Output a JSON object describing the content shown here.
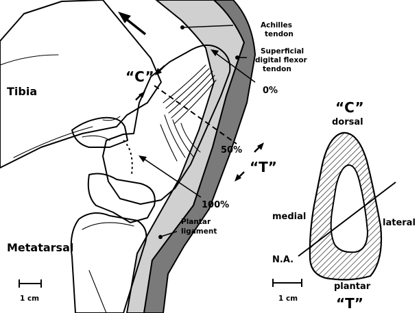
{
  "labels": {
    "tibia": "Tibia",
    "metatarsal": "Metatarsal",
    "achilles": [
      "Achilles",
      "tendon"
    ],
    "sdft": [
      "Superficial",
      "digital flexor",
      "tendon"
    ],
    "plantar_ligament": [
      "Plantar",
      "ligament"
    ],
    "pct_0": "0%",
    "pct_50": "50%",
    "pct_100": "100%",
    "c_left": "“C”",
    "t_mid": "“T”",
    "c_right": "“C”",
    "dorsal": "dorsal",
    "medial": "medial",
    "lateral": "lateral",
    "plantar": "plantar",
    "t_bottom": "“T”",
    "na": "N.A.",
    "scale_left": "1 cm",
    "scale_right": "1 cm"
  },
  "colors": {
    "ink": "#000000",
    "achilles_fill": "#d0d0d0",
    "sdft_fill": "#7a7a7a",
    "bone_fill": "#ffffff"
  }
}
